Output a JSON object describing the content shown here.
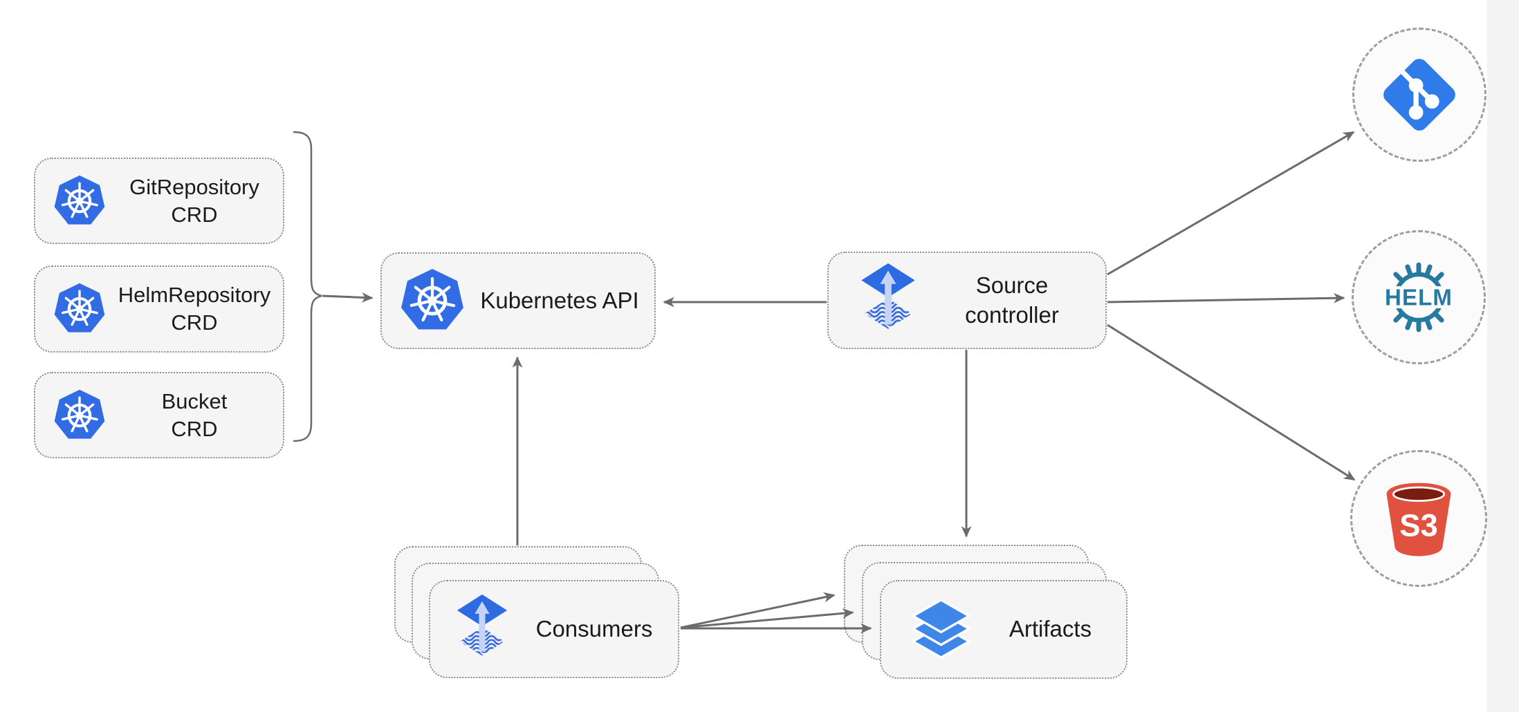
{
  "nodes": {
    "crds": [
      {
        "line1": "GitRepository",
        "line2": "CRD"
      },
      {
        "line1": "HelmRepository",
        "line2": "CRD"
      },
      {
        "line1": "Bucket",
        "line2": "CRD"
      }
    ],
    "kubernetes_api": {
      "label": "Kubernetes API"
    },
    "source_controller": {
      "line1": "Source",
      "line2": "controller"
    },
    "consumers": {
      "label": "Consumers"
    },
    "artifacts": {
      "label": "Artifacts"
    },
    "externals": {
      "git": {
        "icon": "git-icon"
      },
      "helm": {
        "icon": "helm-icon",
        "label": "HELM"
      },
      "s3": {
        "icon": "s3-icon",
        "label": "S3"
      }
    }
  },
  "edges": [
    {
      "from": "crd-group",
      "to": "kubernetes-api",
      "style": "arrow"
    },
    {
      "from": "source-controller",
      "to": "kubernetes-api",
      "style": "arrow"
    },
    {
      "from": "consumers",
      "to": "kubernetes-api",
      "style": "arrow"
    },
    {
      "from": "source-controller",
      "to": "artifacts",
      "style": "arrow"
    },
    {
      "from": "source-controller",
      "to": "git",
      "style": "arrow"
    },
    {
      "from": "source-controller",
      "to": "helm",
      "style": "arrow"
    },
    {
      "from": "source-controller",
      "to": "s3",
      "style": "arrow"
    },
    {
      "from": "consumers",
      "to": "artifacts",
      "style": "arrow",
      "count": 3
    }
  ],
  "colors": {
    "kubernetes_blue": "#326CE5",
    "flux_blue": "#2D6BE3",
    "flux_arrow_light": "#C5D4F4",
    "flux_wave_blue": "#3E6FE0",
    "layers_blue": "#3E86E8",
    "git_blue": "#2E7BE9",
    "helm_teal": "#277A9F",
    "s3_red": "#E0523F",
    "s3_dark": "#7A1D11",
    "connector_gray": "#6B6B6B",
    "node_fill": "#F5F5F6",
    "node_border": "#8A8A8A",
    "circle_fill": "#FBFBFB",
    "circle_border": "#9E9E9E",
    "text": "#1B1B1B"
  }
}
